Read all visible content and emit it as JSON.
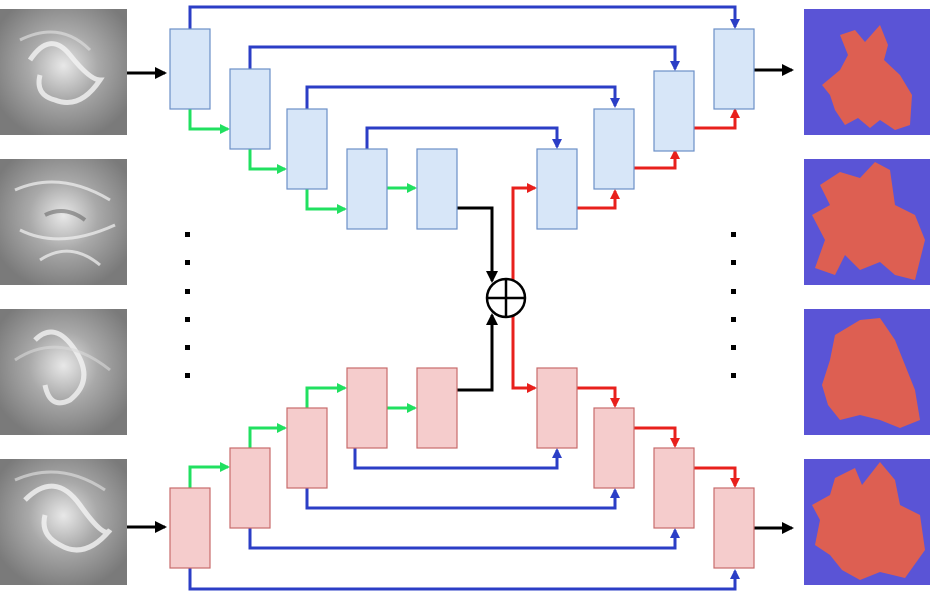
{
  "colors": {
    "encoder_block": "#d7e6f8",
    "decoder_block": "#f5cccc",
    "skip_connection": "#2b3ec6",
    "downsample_arrow": "#21e060",
    "upsample_arrow": "#e8201c",
    "flow_arrow": "#000000",
    "mask_background": "#5a54d6",
    "mask_region": "#dd5f52",
    "input_image": "#8a8a8a"
  },
  "icons": {
    "fusion": "circle-plus-icon"
  },
  "panels": {
    "inputs": [
      "input-image-1",
      "input-image-2",
      "input-image-3",
      "input-image-4"
    ],
    "outputs": [
      "output-mask-1",
      "output-mask-2",
      "output-mask-3",
      "output-mask-4"
    ]
  }
}
